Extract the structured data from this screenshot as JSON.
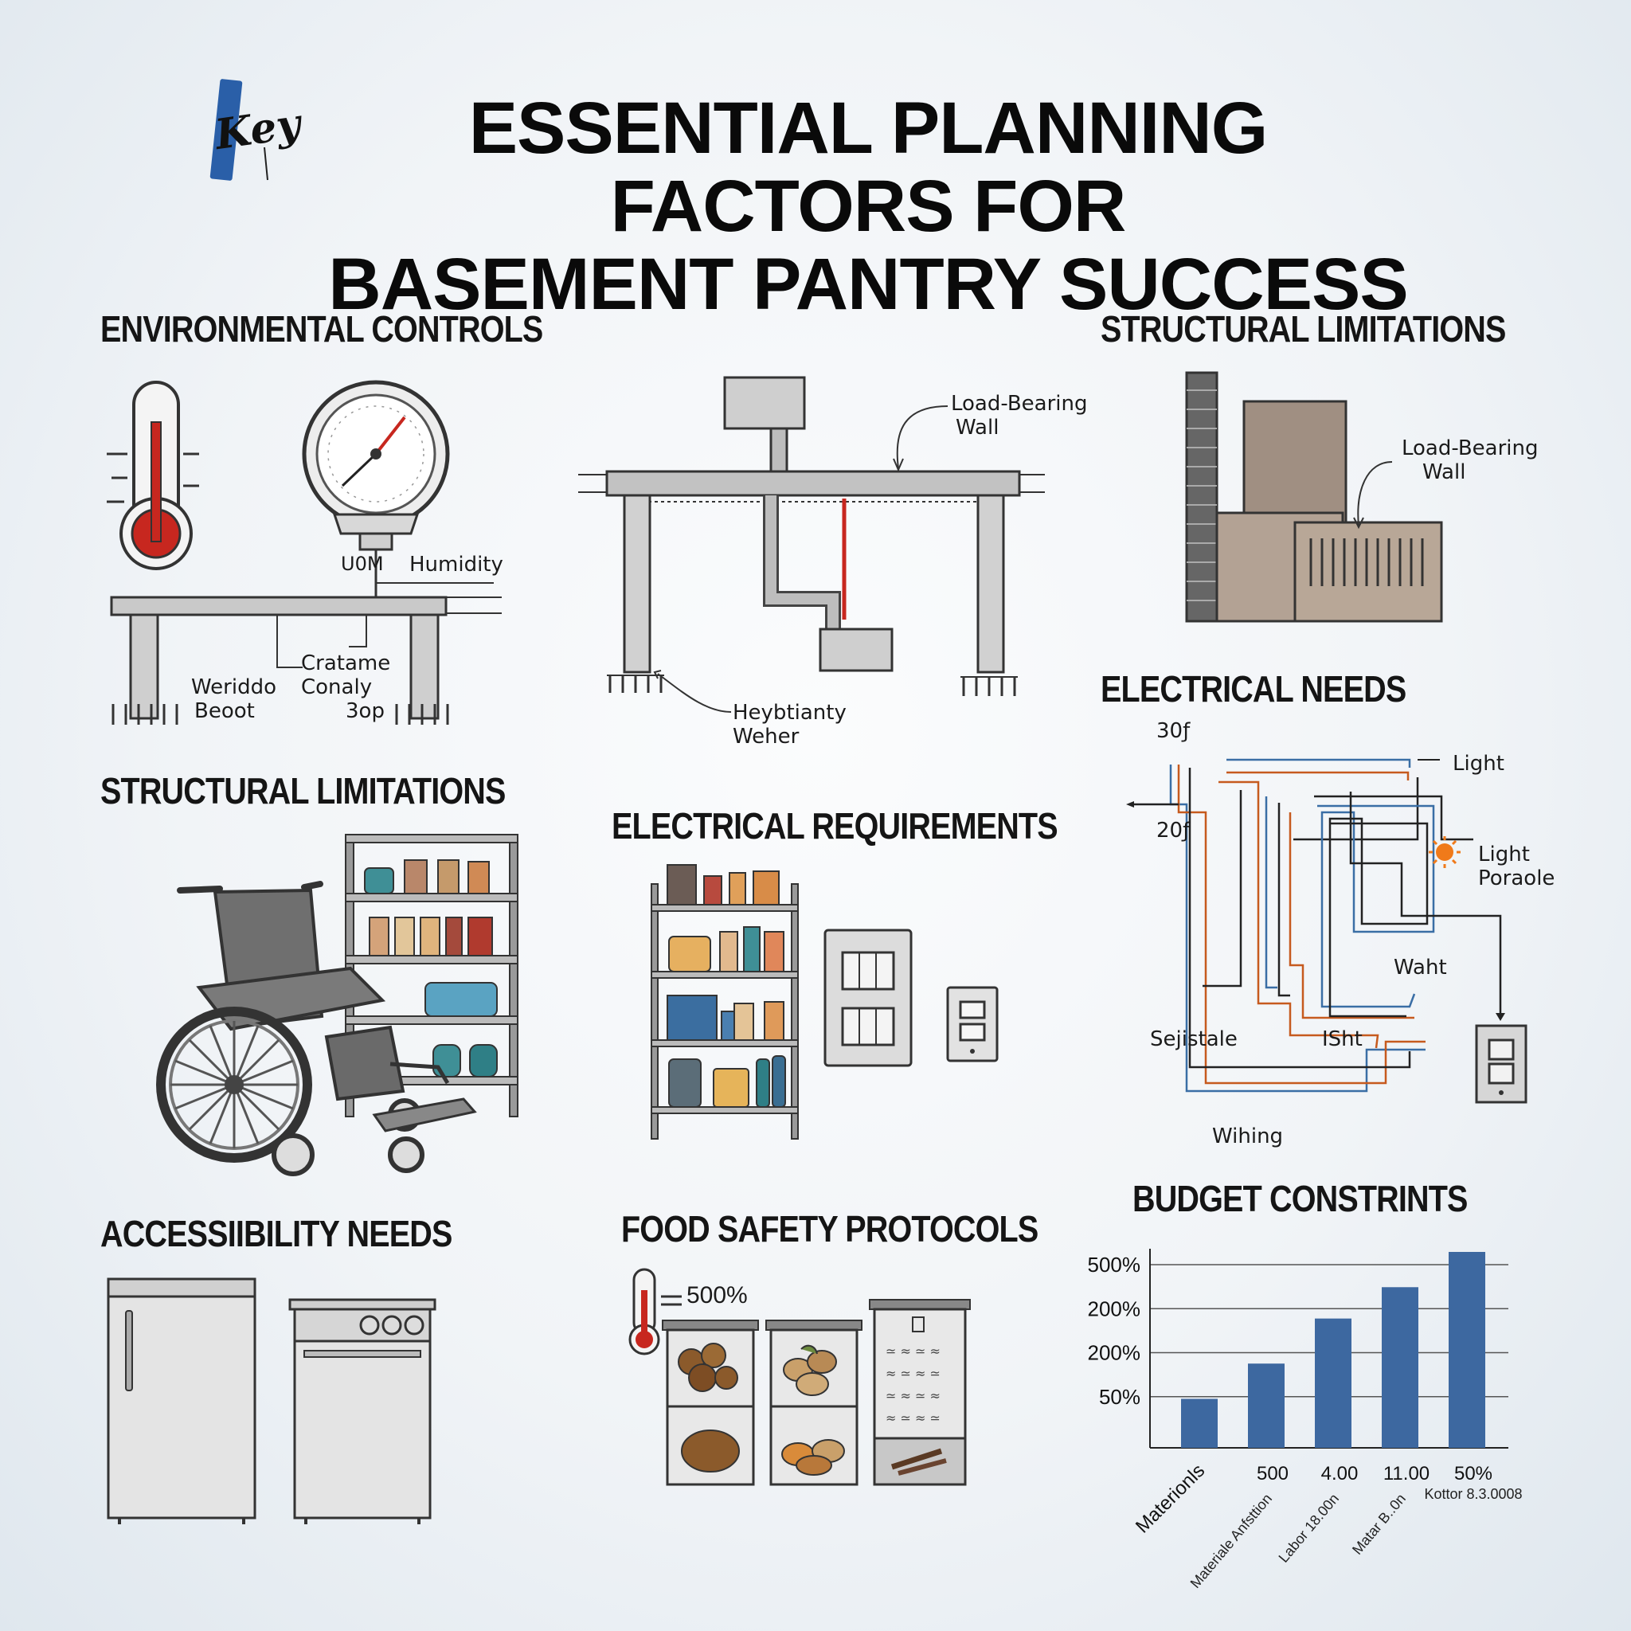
{
  "key_badge": "Key",
  "title": {
    "line1": "ESSENTIAL PLANNING FACTORS FOR",
    "line2": "BASEMENT PANTRY SUCCESS"
  },
  "sections": {
    "environmental": "ENVIRONMENTAL CONTROLS",
    "structural_top": "STRUCTURAL LIMITATIONS",
    "structural_left": "STRUCTURAL LIMITATIONS",
    "electrical_requirements": "ELECTRICAL REQUIREMENTS",
    "electrical_needs": "ELECTRICAL NEEDS",
    "accessibility": "ACCESSIIBILITY NEEDS",
    "food_safety": "FOOD SAFETY PROTOCOLS",
    "budget": "BUDGET CONSTRINTS"
  },
  "environmental_labels": {
    "gauge_face": "U0M",
    "humidity": "Humidity",
    "weriddo": "Weriddo",
    "beoot": "Beoot",
    "cratame": "Cratame",
    "conaly": "Conaly",
    "sop": "3op"
  },
  "beam_labels": {
    "load_bearing": "Load-Bearing",
    "wall": "Wall",
    "heybtianty": "Heybtianty",
    "weher": "Weher"
  },
  "structural_right_labels": {
    "load_bearing": "Load-Bearing",
    "wall": "Wall"
  },
  "electrical_needs_labels": {
    "v30": "30ƒ",
    "v20": "20ƒ",
    "light": "Light",
    "light2": "Light",
    "poraole": "Poraole",
    "waht": "Waht",
    "sejistale": "Sejistale",
    "isht": "ISht",
    "wiring": "Wihing"
  },
  "food_safety": {
    "temp_label": "500%"
  },
  "chart_data": {
    "type": "bar",
    "title": "BUDGET CONSTRINTS",
    "y_tick_labels": [
      "500%",
      "200%",
      "200%",
      "50%"
    ],
    "categories": [
      {
        "line1": "Materionls",
        "line2": ""
      },
      {
        "line1": "500",
        "line2": "Materiale Anfsttion"
      },
      {
        "line1": "4.00",
        "line2": "Labor 18.00n"
      },
      {
        "line1": "11.00",
        "line2": "Matar B..0n"
      },
      {
        "line1": "50%",
        "line2": "Kottor 8.3.0008"
      }
    ],
    "values": [
      0.25,
      0.43,
      0.66,
      0.82,
      1.0
    ],
    "value_scale": "fraction of tallest bar",
    "bar_color": "#3d68a0",
    "grid": true
  },
  "colors": {
    "accent_red": "#c7271f",
    "bar_blue": "#3d68a0",
    "key_blue": "#2a5fa8",
    "concrete": "#c9c9c9"
  }
}
